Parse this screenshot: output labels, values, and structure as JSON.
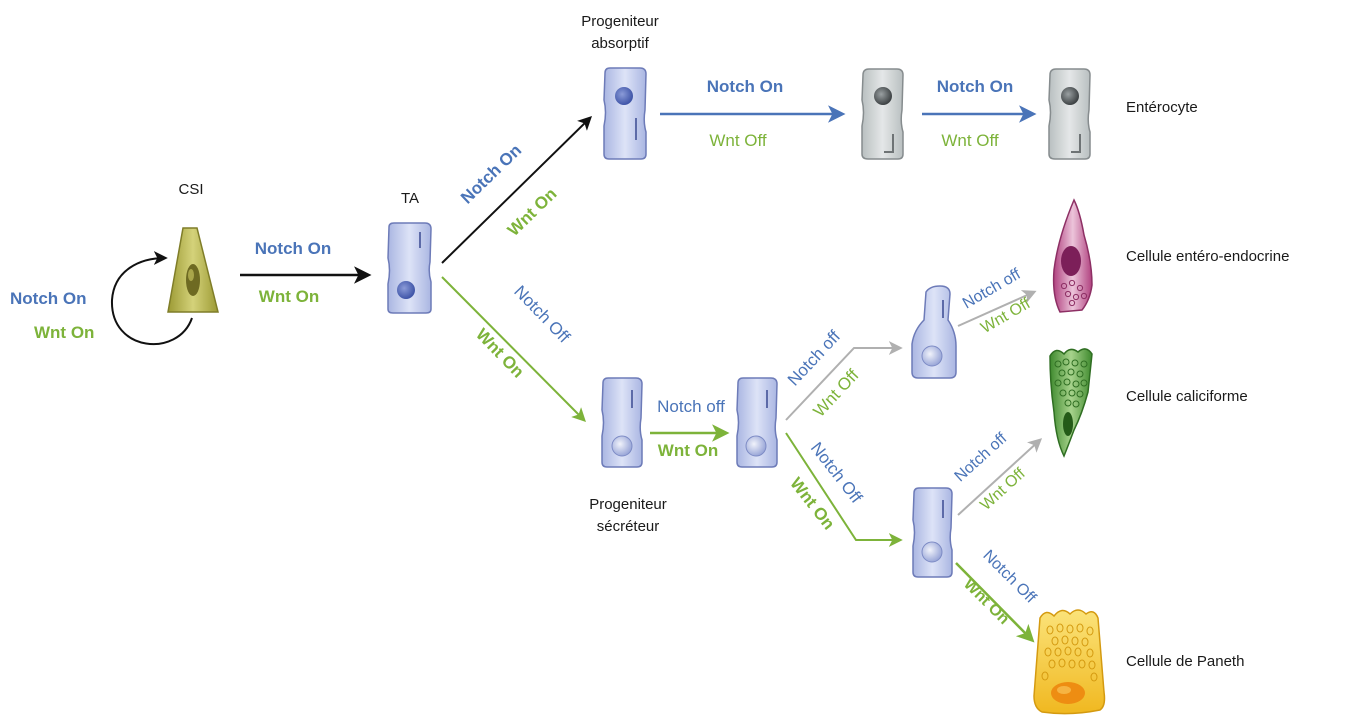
{
  "colors": {
    "notch_blue": "#4a74b8",
    "wnt_green": "#7db33a",
    "arrow_black": "#111111",
    "arrow_grey": "#b0b0b0",
    "cell_blue": "#c9d2ef",
    "cell_grey": "#d3d7d8",
    "stem_olive": "#b7b44a",
    "enteroendocrine_purple": "#b0417f",
    "goblet_green": "#4e9a3a",
    "paneth_yellow": "#f3c02e"
  },
  "labels": {
    "csi": "CSI",
    "ta": "TA",
    "absorptive_progenitor_line1": "Progeniteur",
    "absorptive_progenitor_line2": "absorptif",
    "secretory_progenitor_line1": "Progeniteur",
    "secretory_progenitor_line2": "sécréteur",
    "enterocyte": "Entérocyte",
    "enteroendocrine": "Cellule entéro-endocrine",
    "goblet": "Cellule caliciforme",
    "paneth": "Cellule de Paneth"
  },
  "signals": {
    "self_renew_notch": "Notch On",
    "self_renew_wnt": "Wnt On",
    "csi_to_ta_notch": "Notch On",
    "csi_to_ta_wnt": "Wnt On",
    "ta_to_abs_notch": "Notch On",
    "ta_to_abs_wnt": "Wnt On",
    "abs_to_pre_notch": "Notch On",
    "abs_to_pre_wnt": "Wnt Off",
    "pre_to_ent_notch": "Notch On",
    "pre_to_ent_wnt": "Wnt Off",
    "ta_to_sec_notch": "Notch Off",
    "ta_to_sec_wnt": "Wnt On",
    "sec_to_sec2_notch": "Notch off",
    "sec_to_sec2_wnt": "Wnt On",
    "sec2_to_top_notch": "Notch off",
    "sec2_to_top_wnt": "Wnt Off",
    "top_to_ee_notch": "Notch off",
    "top_to_ee_wnt": "Wnt Off",
    "sec2_to_bottom_notch": "Notch Off",
    "sec2_to_bottom_wnt": "Wnt On",
    "bottom_to_goblet_notch": "Notch off",
    "bottom_to_goblet_wnt": "Wnt Off",
    "bottom_to_paneth_notch": "Notch Off",
    "bottom_to_paneth_wnt": "Wnt On"
  }
}
